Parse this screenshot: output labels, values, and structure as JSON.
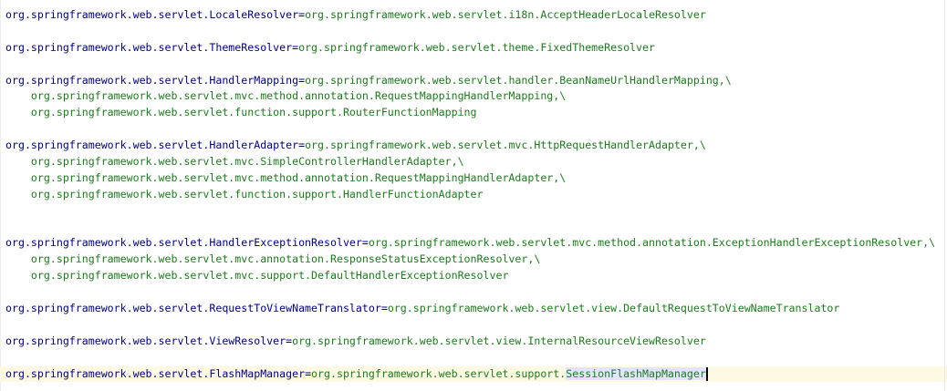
{
  "editor": {
    "lines": [
      {
        "key": "org.springframework.web.servlet.LocaleResolver",
        "value": "org.springframework.web.servlet.i18n.AcceptHeaderLocaleResolver"
      },
      {},
      {
        "key": "org.springframework.web.servlet.ThemeResolver",
        "value": "org.springframework.web.servlet.theme.FixedThemeResolver"
      },
      {},
      {
        "key": "org.springframework.web.servlet.HandlerMapping",
        "value": "org.springframework.web.servlet.handler.BeanNameUrlHandlerMapping,\\"
      },
      {
        "cont": "    org.springframework.web.servlet.mvc.method.annotation.RequestMappingHandlerMapping,\\"
      },
      {
        "cont": "    org.springframework.web.servlet.function.support.RouterFunctionMapping"
      },
      {},
      {
        "key": "org.springframework.web.servlet.HandlerAdapter",
        "value": "org.springframework.web.servlet.mvc.HttpRequestHandlerAdapter,\\"
      },
      {
        "cont": "    org.springframework.web.servlet.mvc.SimpleControllerHandlerAdapter,\\"
      },
      {
        "cont": "    org.springframework.web.servlet.mvc.method.annotation.RequestMappingHandlerAdapter,\\"
      },
      {
        "cont": "    org.springframework.web.servlet.function.support.HandlerFunctionAdapter"
      },
      {},
      {},
      {
        "key": "org.springframework.web.servlet.HandlerExceptionResolver",
        "value": "org.springframework.web.servlet.mvc.method.annotation.ExceptionHandlerExceptionResolver,\\"
      },
      {
        "cont": "    org.springframework.web.servlet.mvc.annotation.ResponseStatusExceptionResolver,\\"
      },
      {
        "cont": "    org.springframework.web.servlet.mvc.support.DefaultHandlerExceptionResolver"
      },
      {},
      {
        "key": "org.springframework.web.servlet.RequestToViewNameTranslator",
        "value": "org.springframework.web.servlet.view.DefaultRequestToViewNameTranslator"
      },
      {},
      {
        "key": "org.springframework.web.servlet.ViewResolver",
        "value": "org.springframework.web.servlet.view.InternalResourceViewResolver"
      },
      {},
      {
        "key": "org.springframework.web.servlet.FlashMapManager",
        "value": "org.springframework.web.servlet.support.",
        "selected": "SessionFlashMapManager",
        "current": true
      }
    ]
  }
}
